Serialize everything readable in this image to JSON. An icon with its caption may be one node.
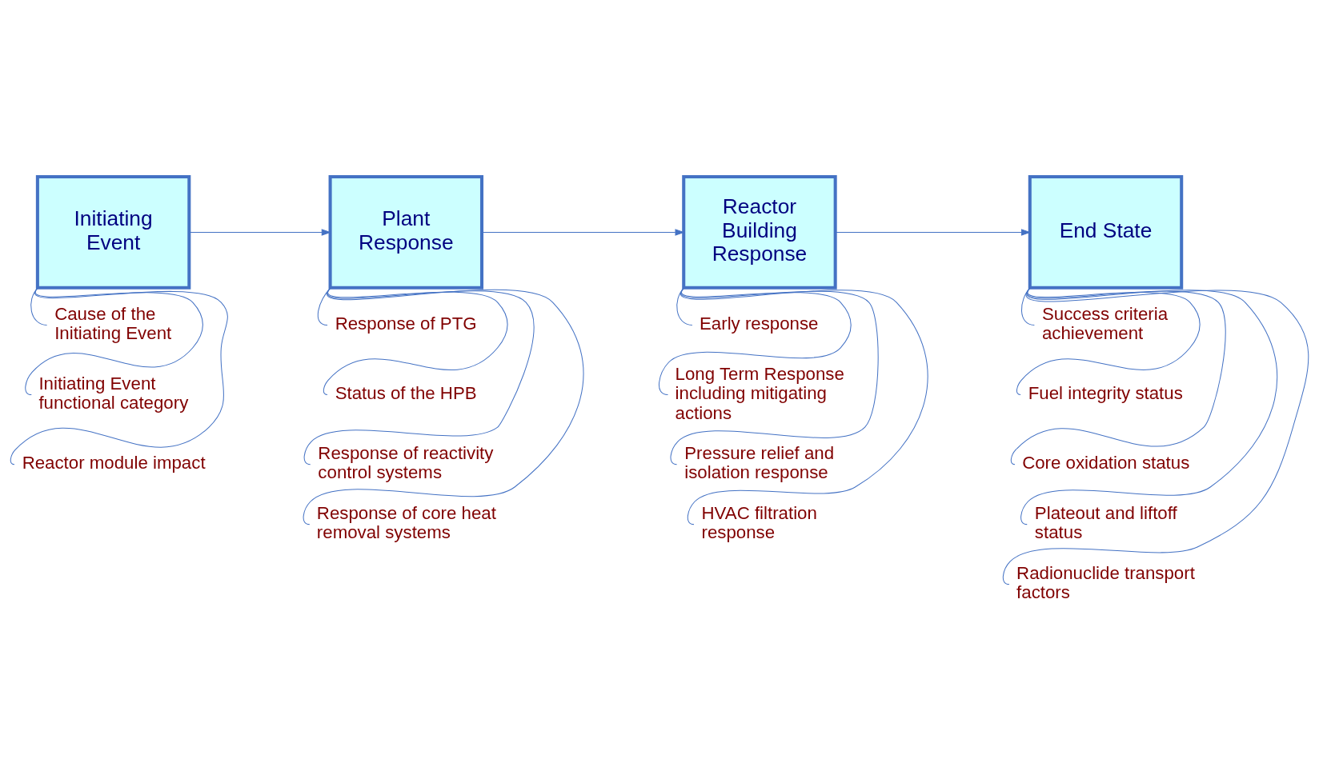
{
  "diagram": {
    "nodes": [
      {
        "text": [
          "Initiating Event"
        ]
      },
      {
        "text": [
          "Cause of the Initiating Event"
        ]
      },
      {
        "text": [
          "Initiating Event functional category"
        ]
      },
      {
        "text": [
          "Reactor module impact"
        ]
      },
      {
        "text": [
          "Plant Response"
        ]
      },
      {
        "text": [
          "Response of PTG"
        ]
      },
      {
        "text": [
          "Status of the HPB"
        ]
      },
      {
        "text": [
          "Response of reactivity control systems"
        ]
      },
      {
        "text": [
          "Response of core heat removal systems"
        ]
      },
      {
        "text": [
          "Reactor Building Response"
        ]
      },
      {
        "text": [
          "Early response"
        ]
      },
      {
        "text": [
          "Long Term Response including mitigating actions"
        ]
      },
      {
        "text": [
          "Pressure relief and isolation response"
        ]
      },
      {
        "text": [
          "HVAC filtration response"
        ]
      },
      {
        "text": [
          "End State"
        ]
      },
      {
        "text": [
          "Success criteria achievement"
        ]
      },
      {
        "text": [
          "Fuel integrity status"
        ]
      },
      {
        "text": [
          "Core oxidation status"
        ]
      },
      {
        "text": [
          "Plateout and liftoff status"
        ]
      },
      {
        "text": [
          "Radionuclide transport factors"
        ]
      }
    ],
    "edges": [
      {
        "from": 0,
        "to": 4,
        "arrow": "to"
      },
      {
        "from": 4,
        "to": 9,
        "arrow": "to"
      },
      {
        "from": 9,
        "to": 14,
        "arrow": "to"
      },
      {
        "from": 0,
        "to": 1,
        "arrow": "none"
      },
      {
        "from": 0,
        "to": 2,
        "arrow": "none"
      },
      {
        "from": 0,
        "to": 3,
        "arrow": "none"
      },
      {
        "from": 4,
        "to": 5,
        "arrow": "none"
      },
      {
        "from": 4,
        "to": 6,
        "arrow": "none"
      },
      {
        "from": 4,
        "to": 7,
        "arrow": "none"
      },
      {
        "from": 4,
        "to": 8,
        "arrow": "none"
      },
      {
        "from": 9,
        "to": 10,
        "arrow": "none"
      },
      {
        "from": 9,
        "to": 11,
        "arrow": "none"
      },
      {
        "from": 9,
        "to": 12,
        "arrow": "none"
      },
      {
        "from": 9,
        "to": 13,
        "arrow": "none"
      },
      {
        "from": 14,
        "to": 15,
        "arrow": "none"
      },
      {
        "from": 14,
        "to": 16,
        "arrow": "none"
      },
      {
        "from": 14,
        "to": 17,
        "arrow": "none"
      },
      {
        "from": 14,
        "to": 18,
        "arrow": "none"
      },
      {
        "from": 14,
        "to": 19,
        "arrow": "none"
      }
    ]
  }
}
